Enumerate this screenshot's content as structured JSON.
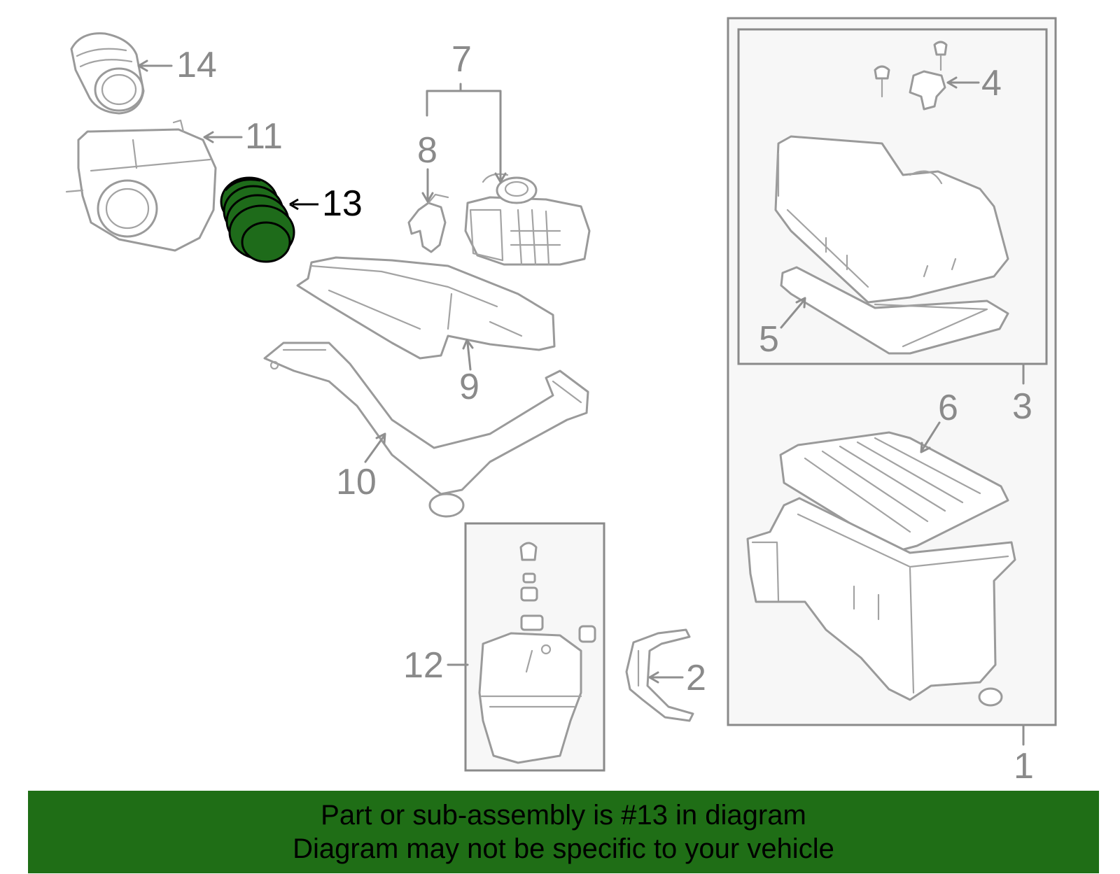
{
  "colors": {
    "highlight_fill": "#1e6b1a",
    "banner_fill": "#1f6e16",
    "part_stroke": "#9a9a9a",
    "label_color": "#8a8a8a"
  },
  "callouts": {
    "p1": "1",
    "p2": "2",
    "p3": "3",
    "p4": "4",
    "p5": "5",
    "p6": "6",
    "p7": "7",
    "p8": "8",
    "p9": "9",
    "p10": "10",
    "p11": "11",
    "p12": "12",
    "p13": "13",
    "p14": "14"
  },
  "highlighted_part": "13",
  "banner": {
    "line1": "Part or sub-assembly is #13 in diagram",
    "line2": "Diagram may not be specific to your vehicle"
  }
}
